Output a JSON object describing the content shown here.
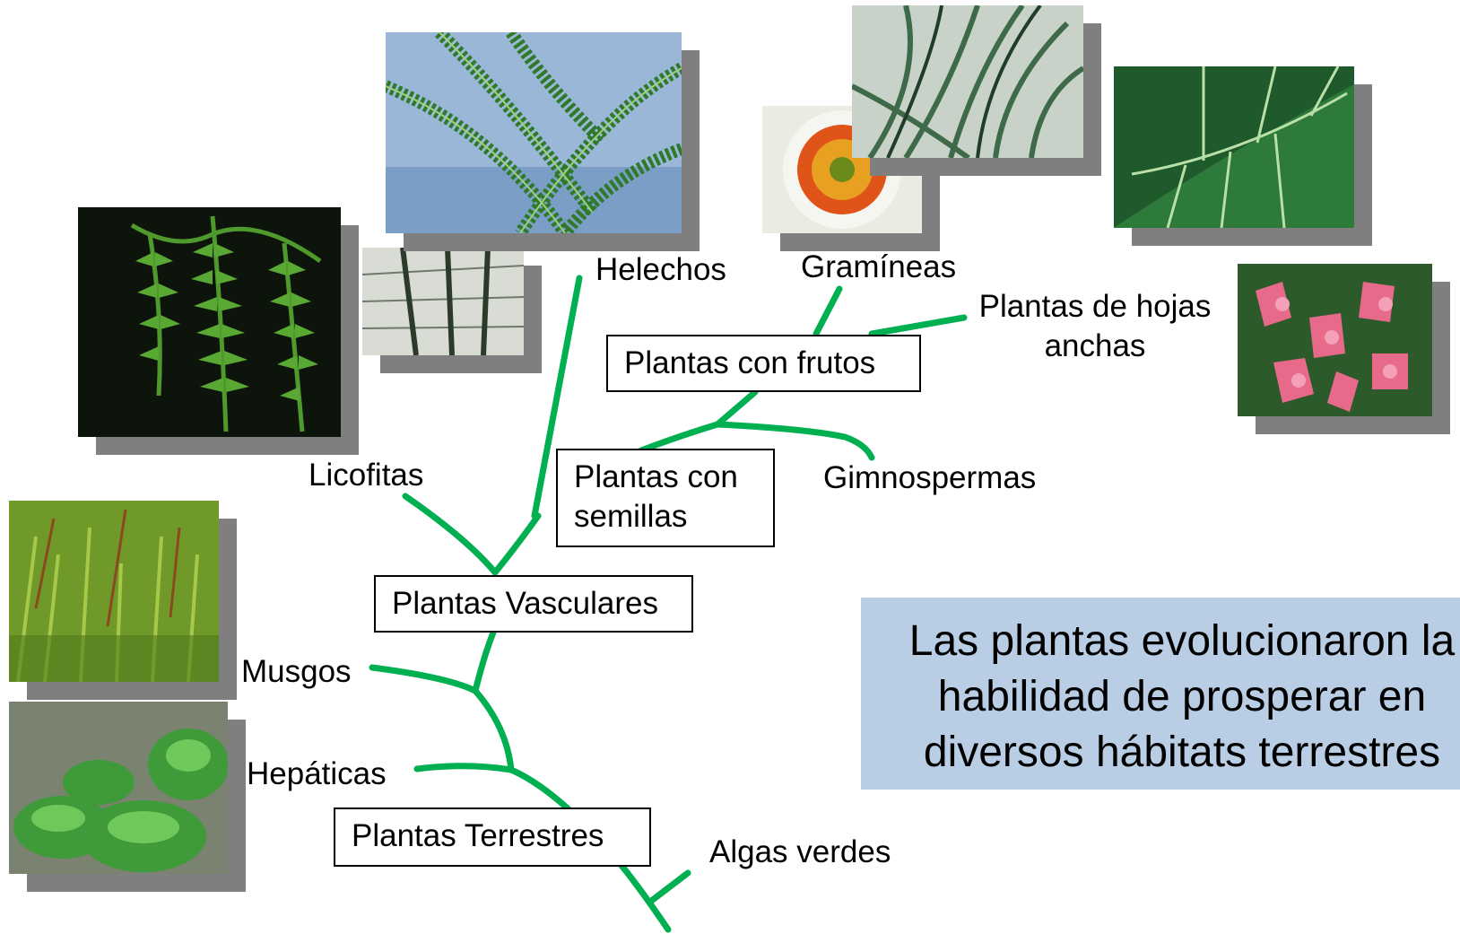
{
  "tree": {
    "nodes": {
      "terrestres": "Plantas Terrestres",
      "vasculares": "Plantas Vasculares",
      "semillas_line1": "Plantas con",
      "semillas_line2": "semillas",
      "frutos": "Plantas con frutos"
    },
    "leaves": {
      "algas": "Algas verdes",
      "hepaticas": "Hepáticas",
      "musgos": "Musgos",
      "licofitas": "Licofitas",
      "helechos": "Helechos",
      "gimnospermas": "Gimnospermas",
      "gramineas": "Gramíneas",
      "hojas_anchas_line1": "Plantas de hojas",
      "hojas_anchas_line2": "anchas"
    }
  },
  "callout": {
    "line1": "Las plantas evolucionaron la",
    "line2": "habilidad de prosperar en",
    "line3": "diversos hábitats terrestres"
  },
  "colors": {
    "branch": "#00b050",
    "callout_bg": "#b9cde5",
    "shadow": "#7f7f7f"
  },
  "photos": [
    "licofita-photo",
    "lycopod-detail-photo",
    "fern-photo",
    "daffodil-photo",
    "grass-photo",
    "broadleaf-photo",
    "pink-flower-photo",
    "moss-photo",
    "liverwort-photo"
  ]
}
